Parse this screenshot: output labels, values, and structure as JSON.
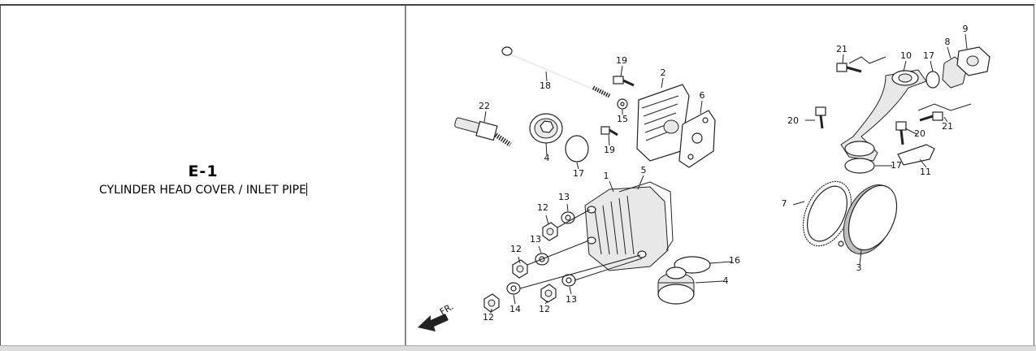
{
  "section": {
    "code": "E-1",
    "name": "CYLINDER HEAD COVER / INLET PIPE"
  },
  "diagram": {
    "direction_label": "FR.",
    "callouts": [
      "1",
      "2",
      "3",
      "4",
      "4",
      "5",
      "6",
      "7",
      "8",
      "9",
      "10",
      "11",
      "12",
      "12",
      "12",
      "12",
      "13",
      "13",
      "13",
      "14",
      "15",
      "16",
      "17",
      "17",
      "17",
      "18",
      "19",
      "19",
      "20",
      "20",
      "21",
      "21",
      "22"
    ]
  }
}
